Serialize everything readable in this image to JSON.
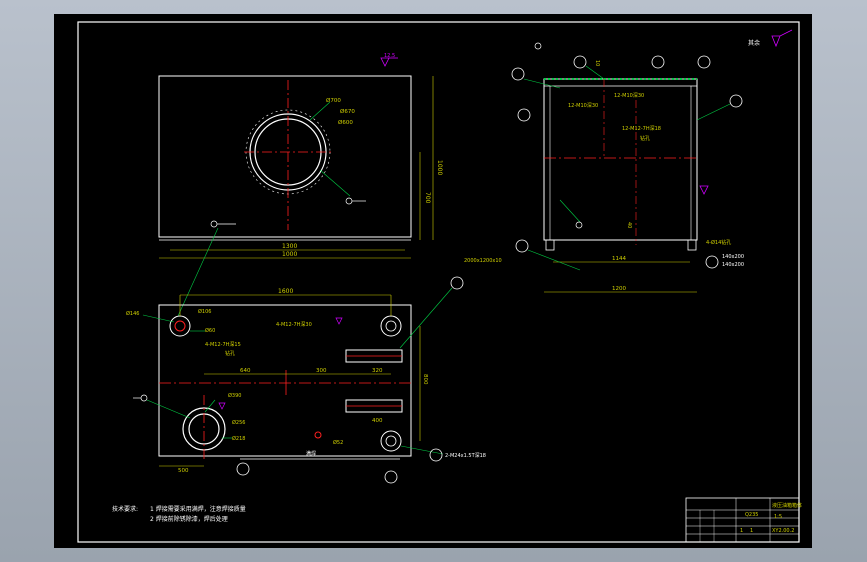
{
  "drawing": {
    "roughness_note": "其余",
    "top_view": {
      "dims": {
        "width_1": "1300",
        "width_2": "1000",
        "height": "1000",
        "height_2": "700"
      },
      "flange_labels": [
        "Ø700",
        "Ø670",
        "Ø600"
      ],
      "finish_mark": "12.5"
    },
    "plan_view": {
      "dims": {
        "top": "1600",
        "seg_1": "640",
        "seg_2": "300",
        "seg_3": "320",
        "seg_4": "400",
        "right": "800",
        "left_bottom": "500"
      },
      "hole_labels": [
        "Ø146",
        "Ø106",
        "Ø60",
        "4-M12-7H深15",
        "钻孔",
        "Ø390",
        "Ø256",
        "Ø218",
        "4-M12-7H深30",
        "Ø52"
      ],
      "callout": "2-M24x1.5T深18",
      "weld_note": "满焊"
    },
    "side_view": {
      "labels": [
        "12-M10深30",
        "12-M12-7H深18",
        "4-Ø14钻孔",
        "钻孔",
        "2000x1200x10"
      ],
      "dims": {
        "inner": "1144",
        "outer": "1200",
        "flat": "40",
        "gap": "10"
      },
      "blocks": [
        "140x200",
        "140x200"
      ]
    },
    "notes": {
      "title": "技术要求:",
      "line_1": "1  焊接需要采用满焊，注意焊接质量",
      "line_2": "2  焊接前除锈除漆，焊后处理"
    },
    "title_block": {
      "name": "液压油箱箱体",
      "scale": "1:5",
      "material": "Q235",
      "drawing_no": "XY2.00.2",
      "qty": "1",
      "sheet": "1"
    }
  },
  "colors": {
    "frame": "#00cc44",
    "outline": "#ffffff",
    "center": "#ff2020",
    "dim": "#d0d000",
    "leader": "#00cc44",
    "accent": "#d000ff"
  }
}
